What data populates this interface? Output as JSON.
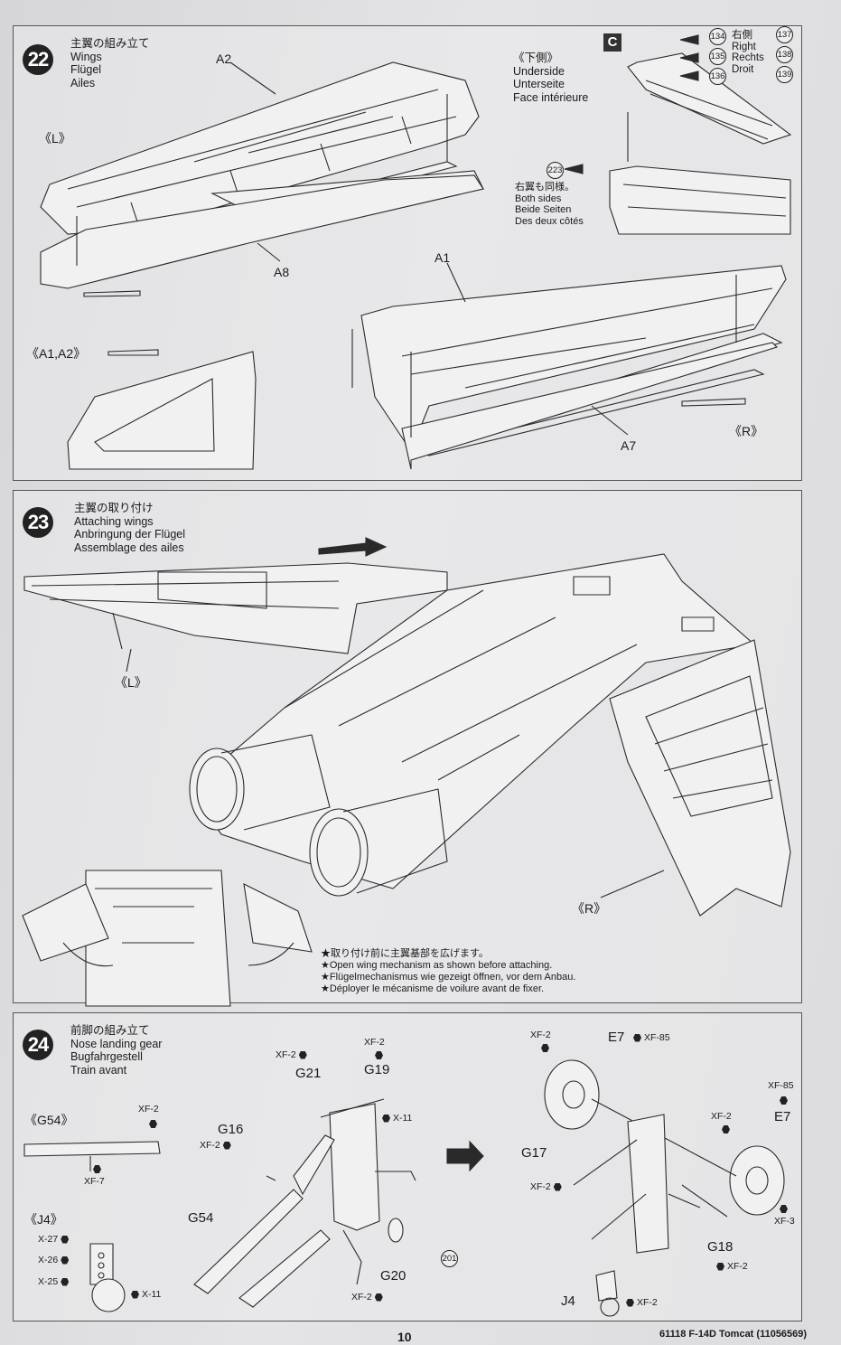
{
  "step22": {
    "number": "22",
    "title": [
      "主翼の組み立て",
      "Wings",
      "Flügel",
      "Ailes"
    ],
    "view_left": "《L》",
    "view_a1a2": "《A1,A2》",
    "view_right": "《R》",
    "parts": {
      "a2": "A2",
      "a8": "A8",
      "a1": "A1",
      "a7": "A7"
    },
    "underside": [
      "《下側》",
      "Underside",
      "Unterseite",
      "Face intérieure"
    ],
    "callout_box": "C",
    "side_labels": [
      "右側",
      "Right",
      "Rechts",
      "Droit"
    ],
    "decal_left": [
      "134",
      "135",
      "136"
    ],
    "decal_right": [
      "137",
      "138",
      "139"
    ],
    "decal_223": "223",
    "both_sides": [
      "右翼も同様。",
      "Both sides",
      "Beide Seiten",
      "Des deux côtés"
    ]
  },
  "step23": {
    "number": "23",
    "title": [
      "主翼の取り付け",
      "Attaching wings",
      "Anbringung der Flügel",
      "Assemblage des ailes"
    ],
    "view_left": "《L》",
    "view_right": "《R》",
    "note": [
      "★取り付け前に主翼基部を広げます。",
      "★Open wing mechanism as shown before attaching.",
      "★Flügelmechanismus wie gezeigt öffnen, vor dem Anbau.",
      "★Déployer le mécanisme de voilure avant de fixer."
    ]
  },
  "step24": {
    "number": "24",
    "title": [
      "前脚の組み立て",
      "Nose landing gear",
      "Bugfahrgestell",
      "Train avant"
    ],
    "view_g54": "《G54》",
    "view_j4": "《J4》",
    "parts": {
      "g21": "G21",
      "g19": "G19",
      "g16": "G16",
      "g54": "G54",
      "g20": "G20",
      "e7a": "E7",
      "e7b": "E7",
      "g17": "G17",
      "g18": "G18",
      "j4": "J4"
    },
    "paints": {
      "xf2": "XF-2",
      "xf7": "XF-7",
      "x11": "X-11",
      "x27": "X-27",
      "x26": "X-26",
      "x25": "X-25",
      "xf85": "XF-85",
      "xf3": "XF-3"
    },
    "decal_201": "201"
  },
  "footer": {
    "page_number": "10",
    "product": "61118 F-14D Tomcat (11056569)"
  }
}
